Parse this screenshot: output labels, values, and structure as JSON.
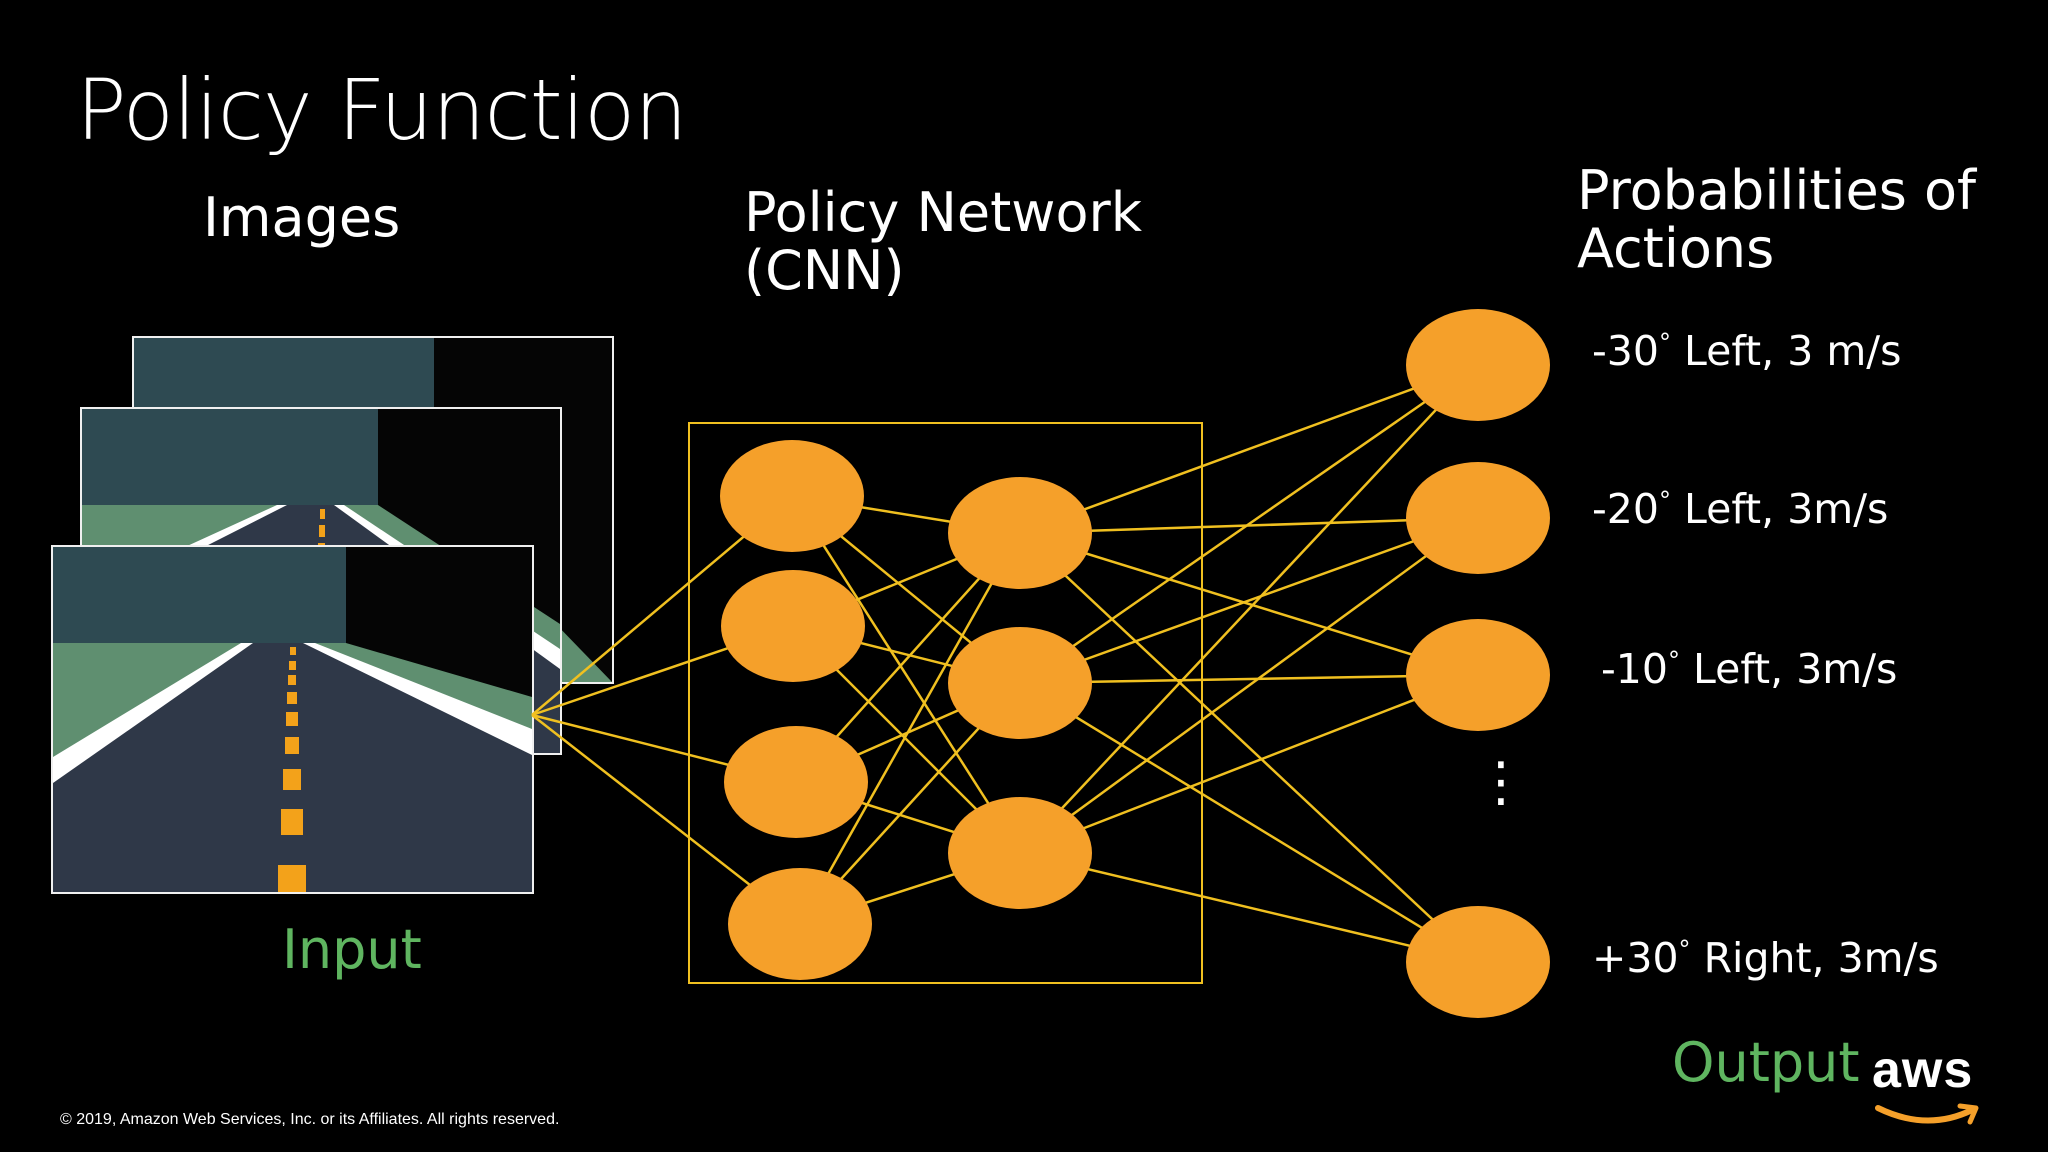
{
  "slide": {
    "title": "Policy Function",
    "copyright": "© 2019, Amazon Web Services, Inc. or its Affiliates. All rights reserved."
  },
  "labels": {
    "images": "Images",
    "network": "Policy Network (CNN)",
    "probabilities": "Probabilities of Actions",
    "input": "Input",
    "output": "Output"
  },
  "actions": [
    {
      "angle": "-30",
      "unit": "°",
      "text": " Left, 3 m/s"
    },
    {
      "angle": "-20",
      "unit": "°",
      "text": " Left, 3m/s"
    },
    {
      "angle": "-10",
      "unit": "°",
      "text": " Left, 3m/s"
    },
    {
      "angle": "+30",
      "unit": "°",
      "text": " Right, 3m/s"
    }
  ],
  "ellipsis": "⋮",
  "logo": {
    "text": "aws"
  },
  "colors": {
    "background": "#000000",
    "node": "#f5a02a",
    "edge": "#f0c020",
    "box": "#f0c020",
    "label_green": "#5fb560",
    "text": "#ffffff",
    "road": "#2f3848",
    "grass": "#5f8f70",
    "wall": "#2e4a52",
    "lane_yellow": "#f3a21a"
  }
}
